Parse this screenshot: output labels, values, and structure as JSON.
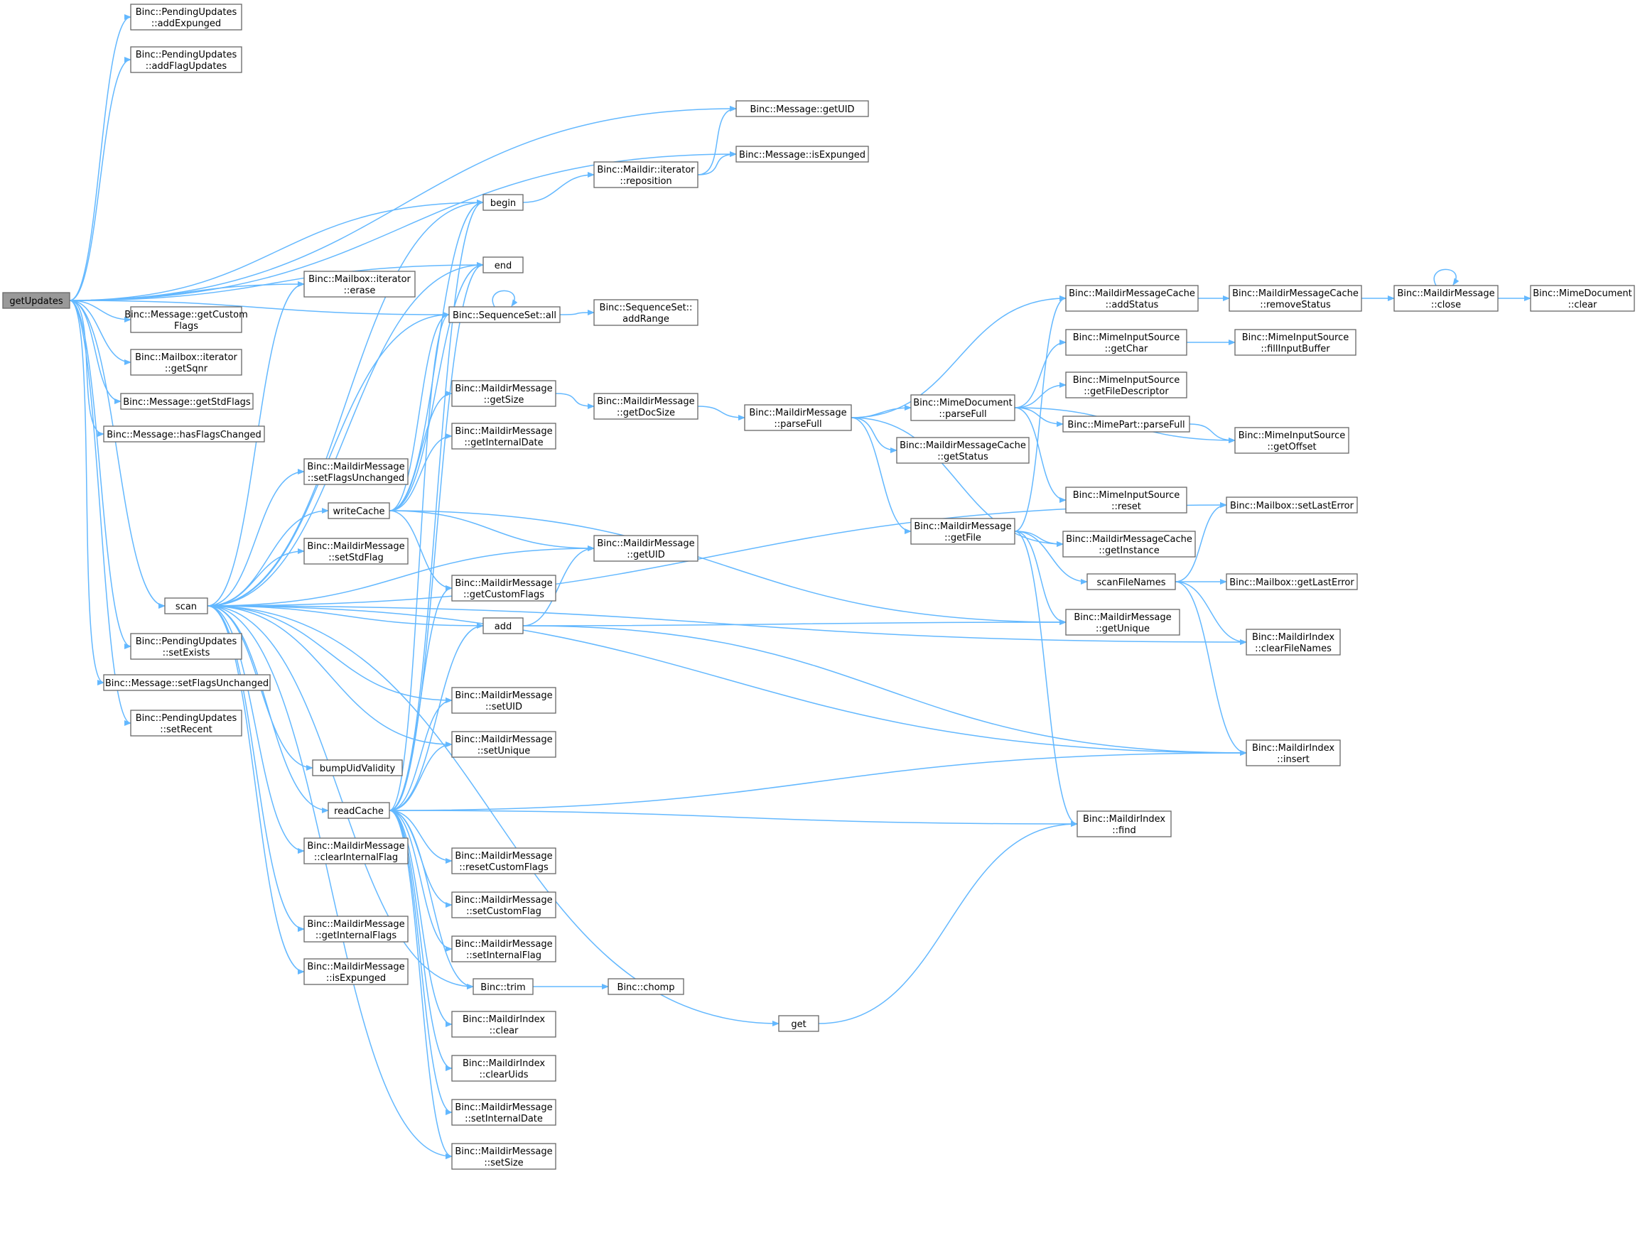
{
  "nodes": [
    {
      "id": "getUpdates",
      "lines": [
        "getUpdates"
      ],
      "root": true
    },
    {
      "id": "pu_addExpunged",
      "lines": [
        "Binc::PendingUpdates",
        "::addExpunged"
      ]
    },
    {
      "id": "pu_addFlagUpdates",
      "lines": [
        "Binc::PendingUpdates",
        "::addFlagUpdates"
      ]
    },
    {
      "id": "msg_getUID",
      "lines": [
        "Binc::Message::getUID"
      ]
    },
    {
      "id": "msg_isExpunged",
      "lines": [
        "Binc::Message::isExpunged"
      ]
    },
    {
      "id": "begin",
      "lines": [
        "begin"
      ]
    },
    {
      "id": "maildir_reposition",
      "lines": [
        "Binc::Maildir::iterator",
        "::reposition"
      ]
    },
    {
      "id": "end",
      "lines": [
        "end"
      ]
    },
    {
      "id": "mbox_erase",
      "lines": [
        "Binc::Mailbox::iterator",
        "::erase"
      ]
    },
    {
      "id": "seq_all",
      "lines": [
        "Binc::SequenceSet::all"
      ]
    },
    {
      "id": "seq_addRange",
      "lines": [
        "Binc::SequenceSet::",
        "addRange"
      ]
    },
    {
      "id": "msg_getCustomFlags",
      "lines": [
        "Binc::Message::getCustom",
        "Flags"
      ]
    },
    {
      "id": "mbox_getSqnr",
      "lines": [
        "Binc::Mailbox::iterator",
        "::getSqnr"
      ]
    },
    {
      "id": "msg_getStdFlags",
      "lines": [
        "Binc::Message::getStdFlags"
      ]
    },
    {
      "id": "msg_hasFlagsChanged",
      "lines": [
        "Binc::Message::hasFlagsChanged"
      ]
    },
    {
      "id": "scan",
      "lines": [
        "scan"
      ]
    },
    {
      "id": "pu_setExists",
      "lines": [
        "Binc::PendingUpdates",
        "::setExists"
      ]
    },
    {
      "id": "msg_setFlagsUnchanged",
      "lines": [
        "Binc::Message::setFlagsUnchanged"
      ]
    },
    {
      "id": "pu_setRecent",
      "lines": [
        "Binc::PendingUpdates",
        "::setRecent"
      ]
    },
    {
      "id": "mm_getSize",
      "lines": [
        "Binc::MaildirMessage",
        "::getSize"
      ]
    },
    {
      "id": "mm_getInternalDate",
      "lines": [
        "Binc::MaildirMessage",
        "::getInternalDate"
      ]
    },
    {
      "id": "mm_setFlagsUnchanged",
      "lines": [
        "Binc::MaildirMessage",
        "::setFlagsUnchanged"
      ]
    },
    {
      "id": "writeCache",
      "lines": [
        "writeCache"
      ]
    },
    {
      "id": "mm_setStdFlag",
      "lines": [
        "Binc::MaildirMessage",
        "::setStdFlag"
      ]
    },
    {
      "id": "mm_getUID",
      "lines": [
        "Binc::MaildirMessage",
        "::getUID"
      ]
    },
    {
      "id": "mm_getCustomFlags",
      "lines": [
        "Binc::MaildirMessage",
        "::getCustomFlags"
      ]
    },
    {
      "id": "add",
      "lines": [
        "add"
      ]
    },
    {
      "id": "mm_setUID",
      "lines": [
        "Binc::MaildirMessage",
        "::setUID"
      ]
    },
    {
      "id": "mm_setUnique",
      "lines": [
        "Binc::MaildirMessage",
        "::setUnique"
      ]
    },
    {
      "id": "bumpUidValidity",
      "lines": [
        "bumpUidValidity"
      ]
    },
    {
      "id": "readCache",
      "lines": [
        "readCache"
      ]
    },
    {
      "id": "mm_clearInternalFlag",
      "lines": [
        "Binc::MaildirMessage",
        "::clearInternalFlag"
      ]
    },
    {
      "id": "mm_resetCustomFlags",
      "lines": [
        "Binc::MaildirMessage",
        "::resetCustomFlags"
      ]
    },
    {
      "id": "mm_setCustomFlag",
      "lines": [
        "Binc::MaildirMessage",
        "::setCustomFlag"
      ]
    },
    {
      "id": "mm_getInternalFlags",
      "lines": [
        "Binc::MaildirMessage",
        "::getInternalFlags"
      ]
    },
    {
      "id": "mm_setInternalFlag",
      "lines": [
        "Binc::MaildirMessage",
        "::setInternalFlag"
      ]
    },
    {
      "id": "mm_isExpunged",
      "lines": [
        "Binc::MaildirMessage",
        "::isExpunged"
      ]
    },
    {
      "id": "binc_trim",
      "lines": [
        "Binc::trim"
      ]
    },
    {
      "id": "binc_chomp",
      "lines": [
        "Binc::chomp"
      ]
    },
    {
      "id": "mi_clear",
      "lines": [
        "Binc::MaildirIndex",
        "::clear"
      ]
    },
    {
      "id": "get",
      "lines": [
        "get"
      ]
    },
    {
      "id": "mi_clearUids",
      "lines": [
        "Binc::MaildirIndex",
        "::clearUids"
      ]
    },
    {
      "id": "mm_setInternalDate",
      "lines": [
        "Binc::MaildirMessage",
        "::setInternalDate"
      ]
    },
    {
      "id": "mm_setSize",
      "lines": [
        "Binc::MaildirMessage",
        "::setSize"
      ]
    },
    {
      "id": "mm_getDocSize",
      "lines": [
        "Binc::MaildirMessage",
        "::getDocSize"
      ]
    },
    {
      "id": "mm_parseFull",
      "lines": [
        "Binc::MaildirMessage",
        "::parseFull"
      ]
    },
    {
      "id": "md_parseFull",
      "lines": [
        "Binc::MimeDocument",
        "::parseFull"
      ]
    },
    {
      "id": "mmc_getStatus",
      "lines": [
        "Binc::MaildirMessageCache",
        "::getStatus"
      ]
    },
    {
      "id": "mm_getFile",
      "lines": [
        "Binc::MaildirMessage",
        "::getFile"
      ]
    },
    {
      "id": "mmc_addStatus",
      "lines": [
        "Binc::MaildirMessageCache",
        "::addStatus"
      ]
    },
    {
      "id": "mis_getChar",
      "lines": [
        "Binc::MimeInputSource",
        "::getChar"
      ]
    },
    {
      "id": "mis_getFileDescriptor",
      "lines": [
        "Binc::MimeInputSource",
        "::getFileDescriptor"
      ]
    },
    {
      "id": "mp_parseFull",
      "lines": [
        "Binc::MimePart::parseFull"
      ]
    },
    {
      "id": "mis_reset",
      "lines": [
        "Binc::MimeInputSource",
        "::reset"
      ]
    },
    {
      "id": "mmc_getInstance",
      "lines": [
        "Binc::MaildirMessageCache",
        "::getInstance"
      ]
    },
    {
      "id": "scanFileNames",
      "lines": [
        "scanFileNames"
      ]
    },
    {
      "id": "mm_getUnique",
      "lines": [
        "Binc::MaildirMessage",
        "::getUnique"
      ]
    },
    {
      "id": "mi_find",
      "lines": [
        "Binc::MaildirIndex",
        "::find"
      ]
    },
    {
      "id": "mmc_removeStatus",
      "lines": [
        "Binc::MaildirMessageCache",
        "::removeStatus"
      ]
    },
    {
      "id": "mis_fillInputBuffer",
      "lines": [
        "Binc::MimeInputSource",
        "::fillInputBuffer"
      ]
    },
    {
      "id": "mis_getOffset",
      "lines": [
        "Binc::MimeInputSource",
        "::getOffset"
      ]
    },
    {
      "id": "mbox_setLastError",
      "lines": [
        "Binc::Mailbox::setLastError"
      ]
    },
    {
      "id": "mbox_getLastError",
      "lines": [
        "Binc::Mailbox::getLastError"
      ]
    },
    {
      "id": "mi_clearFileNames",
      "lines": [
        "Binc::MaildirIndex",
        "::clearFileNames"
      ]
    },
    {
      "id": "mi_insert",
      "lines": [
        "Binc::MaildirIndex",
        "::insert"
      ]
    },
    {
      "id": "mm_close",
      "lines": [
        "Binc::MaildirMessage",
        "::close"
      ]
    },
    {
      "id": "md_clear",
      "lines": [
        "Binc::MimeDocument",
        "::clear"
      ]
    }
  ],
  "edges": [
    [
      "getUpdates",
      "pu_addExpunged"
    ],
    [
      "getUpdates",
      "pu_addFlagUpdates"
    ],
    [
      "getUpdates",
      "msg_getUID"
    ],
    [
      "getUpdates",
      "msg_isExpunged"
    ],
    [
      "getUpdates",
      "begin"
    ],
    [
      "getUpdates",
      "end"
    ],
    [
      "getUpdates",
      "mbox_erase"
    ],
    [
      "getUpdates",
      "seq_all"
    ],
    [
      "getUpdates",
      "msg_getCustomFlags"
    ],
    [
      "getUpdates",
      "mbox_getSqnr"
    ],
    [
      "getUpdates",
      "msg_getStdFlags"
    ],
    [
      "getUpdates",
      "msg_hasFlagsChanged"
    ],
    [
      "getUpdates",
      "scan"
    ],
    [
      "getUpdates",
      "pu_setExists"
    ],
    [
      "getUpdates",
      "msg_setFlagsUnchanged"
    ],
    [
      "getUpdates",
      "pu_setRecent"
    ],
    [
      "begin",
      "maildir_reposition"
    ],
    [
      "maildir_reposition",
      "msg_getUID"
    ],
    [
      "maildir_reposition",
      "msg_isExpunged"
    ],
    [
      "seq_all",
      "seq_all"
    ],
    [
      "seq_all",
      "seq_addRange"
    ],
    [
      "scan",
      "begin"
    ],
    [
      "scan",
      "end"
    ],
    [
      "scan",
      "mbox_erase"
    ],
    [
      "scan",
      "seq_all"
    ],
    [
      "scan",
      "mm_setFlagsUnchanged"
    ],
    [
      "scan",
      "writeCache"
    ],
    [
      "scan",
      "mm_setStdFlag"
    ],
    [
      "scan",
      "mm_getUID"
    ],
    [
      "scan",
      "add"
    ],
    [
      "scan",
      "mm_setUID"
    ],
    [
      "scan",
      "mm_setUnique"
    ],
    [
      "scan",
      "bumpUidValidity"
    ],
    [
      "scan",
      "readCache"
    ],
    [
      "scan",
      "mm_clearInternalFlag"
    ],
    [
      "scan",
      "mm_getInternalFlags"
    ],
    [
      "scan",
      "mm_isExpunged"
    ],
    [
      "scan",
      "mm_setSize"
    ],
    [
      "scan",
      "get"
    ],
    [
      "scan",
      "mi_insert"
    ],
    [
      "scan",
      "mi_clearFileNames"
    ],
    [
      "scan",
      "mbox_setLastError"
    ],
    [
      "scan",
      "binc_trim"
    ],
    [
      "writeCache",
      "begin"
    ],
    [
      "writeCache",
      "end"
    ],
    [
      "writeCache",
      "seq_all"
    ],
    [
      "writeCache",
      "mm_getSize"
    ],
    [
      "writeCache",
      "mm_getInternalDate"
    ],
    [
      "writeCache",
      "mm_getUID"
    ],
    [
      "writeCache",
      "mm_getCustomFlags"
    ],
    [
      "writeCache",
      "mm_getUnique"
    ],
    [
      "add",
      "mm_getUID"
    ],
    [
      "add",
      "mm_getUnique"
    ],
    [
      "add",
      "mi_insert"
    ],
    [
      "readCache",
      "begin"
    ],
    [
      "readCache",
      "end"
    ],
    [
      "readCache",
      "seq_all"
    ],
    [
      "readCache",
      "mm_getCustomFlags"
    ],
    [
      "readCache",
      "add"
    ],
    [
      "readCache",
      "mm_setUID"
    ],
    [
      "readCache",
      "mm_setUnique"
    ],
    [
      "readCache",
      "mi_find"
    ],
    [
      "readCache",
      "mi_insert"
    ],
    [
      "readCache",
      "mm_resetCustomFlags"
    ],
    [
      "readCache",
      "mm_setCustomFlag"
    ],
    [
      "readCache",
      "mm_setInternalFlag"
    ],
    [
      "readCache",
      "binc_trim"
    ],
    [
      "readCache",
      "mi_clear"
    ],
    [
      "readCache",
      "mi_clearUids"
    ],
    [
      "readCache",
      "mm_setInternalDate"
    ],
    [
      "readCache",
      "mm_setSize"
    ],
    [
      "binc_trim",
      "binc_chomp"
    ],
    [
      "get",
      "mi_find"
    ],
    [
      "mm_getSize",
      "mm_getDocSize"
    ],
    [
      "mm_getDocSize",
      "mm_parseFull"
    ],
    [
      "mm_parseFull",
      "mmc_addStatus"
    ],
    [
      "mm_parseFull",
      "md_parseFull"
    ],
    [
      "mm_parseFull",
      "mmc_getStatus"
    ],
    [
      "mm_parseFull",
      "mm_getFile"
    ],
    [
      "mm_parseFull",
      "mmc_getInstance"
    ],
    [
      "md_parseFull",
      "mis_getChar"
    ],
    [
      "md_parseFull",
      "mis_getFileDescriptor"
    ],
    [
      "md_parseFull",
      "mp_parseFull"
    ],
    [
      "md_parseFull",
      "mis_getOffset"
    ],
    [
      "md_parseFull",
      "mis_reset"
    ],
    [
      "mm_getFile",
      "mmc_addStatus"
    ],
    [
      "mm_getFile",
      "mmc_getInstance"
    ],
    [
      "mm_getFile",
      "scanFileNames"
    ],
    [
      "mm_getFile",
      "mm_getUnique"
    ],
    [
      "mm_getFile",
      "mi_find"
    ],
    [
      "scanFileNames",
      "mbox_setLastError"
    ],
    [
      "scanFileNames",
      "mbox_getLastError"
    ],
    [
      "scanFileNames",
      "mi_clearFileNames"
    ],
    [
      "scanFileNames",
      "mi_insert"
    ],
    [
      "mmc_addStatus",
      "mmc_removeStatus"
    ],
    [
      "mmc_removeStatus",
      "mm_close"
    ],
    [
      "mm_close",
      "mm_close"
    ],
    [
      "mm_close",
      "md_clear"
    ],
    [
      "mis_getChar",
      "mis_fillInputBuffer"
    ],
    [
      "mp_parseFull",
      "mis_getOffset"
    ]
  ]
}
